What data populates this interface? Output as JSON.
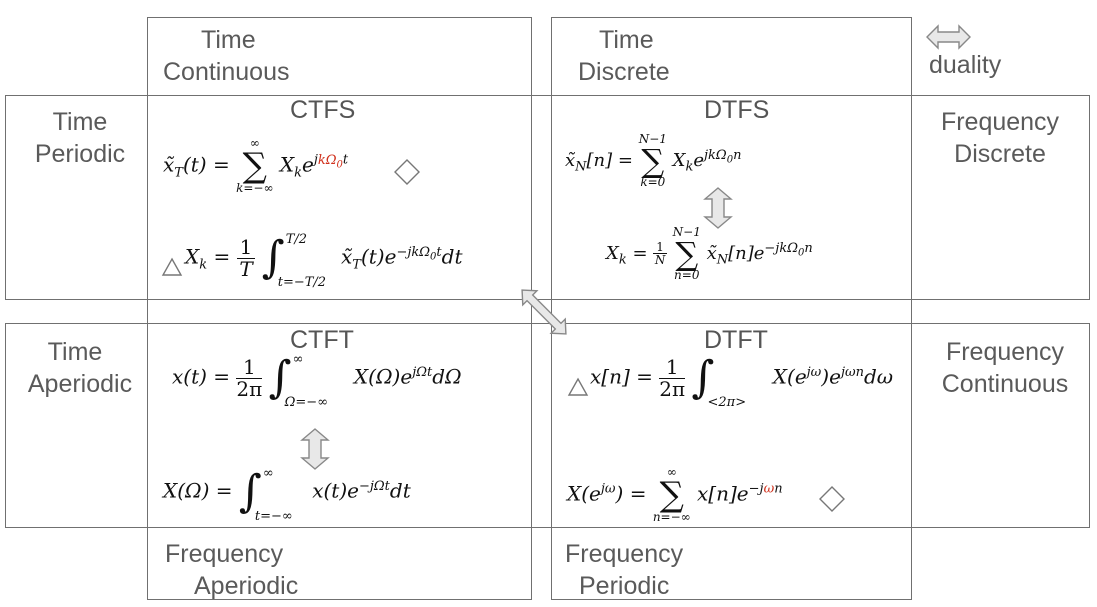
{
  "column_headers": {
    "continuous": {
      "line1": "Time",
      "line2": "Continuous"
    },
    "discrete": {
      "line1": "Time",
      "line2": "Discrete"
    },
    "duality": "duality"
  },
  "row_headers": {
    "periodic": {
      "line1": "Time",
      "line2": "Periodic"
    },
    "aperiodic": {
      "line1": "Time",
      "line2": "Aperiodic"
    }
  },
  "right_headers": {
    "discrete": {
      "line1": "Frequency",
      "line2": "Discrete"
    },
    "continuous": {
      "line1": "Frequency",
      "line2": "Continuous"
    }
  },
  "bottom_headers": {
    "aperiodic": {
      "line1": "Frequency",
      "line2": "Aperiodic"
    },
    "periodic": {
      "line1": "Frequency",
      "line2": "Periodic"
    }
  },
  "transforms": {
    "ctfs": "CTFS",
    "dtfs": "DTFS",
    "ctft": "CTFT",
    "dtft": "DTFT"
  },
  "colors": {
    "border": "#707070",
    "label": "#5a5a5a",
    "highlight_red": "#d0301c",
    "arrow_fill": "#e8e8e8",
    "arrow_stroke": "#888888"
  },
  "icons": [
    "double-arrow-icon",
    "diamond-icon",
    "triangle-icon"
  ]
}
